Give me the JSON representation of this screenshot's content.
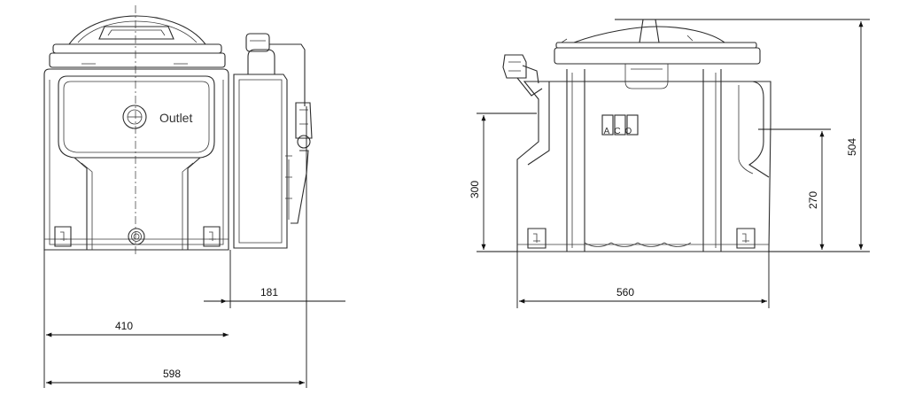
{
  "front_view": {
    "outlet_label": "Outlet",
    "dim_181": "181",
    "dim_410": "410",
    "dim_598": "598"
  },
  "side_view": {
    "logo_text": "ACO",
    "dim_560": "560",
    "dim_300": "300",
    "dim_270": "270",
    "dim_504": "504"
  },
  "colors": {
    "line": "#2b2b2b",
    "background": "#ffffff"
  }
}
